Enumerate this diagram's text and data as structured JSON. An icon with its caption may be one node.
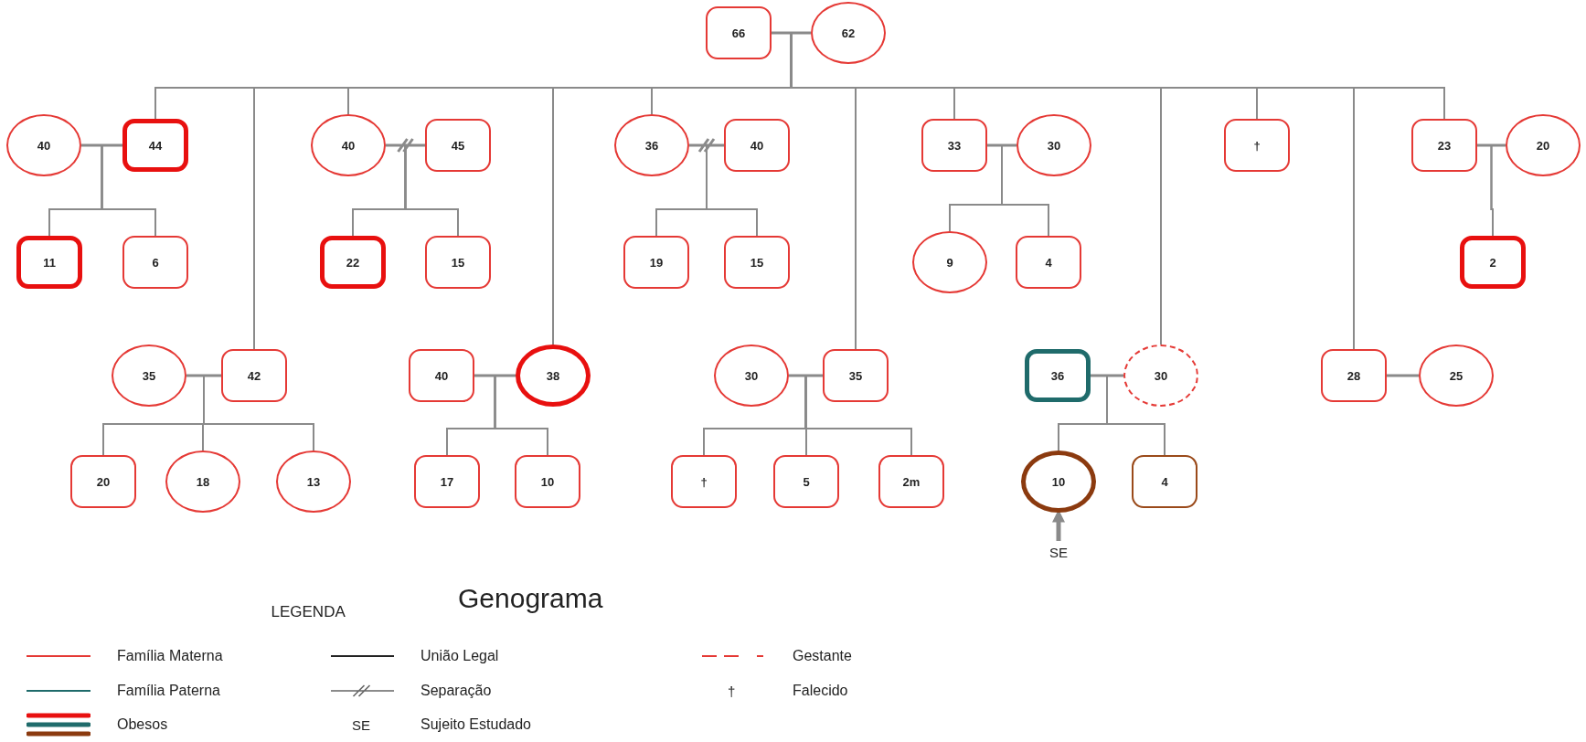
{
  "diagram": {
    "title": "Genograma",
    "nodes": [
      {
        "text": [
          "66"
        ]
      },
      {
        "text": [
          "62"
        ]
      },
      {
        "text": [
          "40"
        ]
      },
      {
        "text": [
          "44"
        ]
      },
      {
        "text": [
          "40"
        ]
      },
      {
        "text": [
          "45"
        ]
      },
      {
        "text": [
          "36"
        ]
      },
      {
        "text": [
          "40"
        ]
      },
      {
        "text": [
          "33"
        ]
      },
      {
        "text": [
          "30"
        ]
      },
      {
        "text": [
          "†"
        ]
      },
      {
        "text": [
          "23"
        ]
      },
      {
        "text": [
          "20"
        ]
      },
      {
        "text": [
          "11"
        ]
      },
      {
        "text": [
          "6"
        ]
      },
      {
        "text": [
          "22"
        ]
      },
      {
        "text": [
          "15"
        ]
      },
      {
        "text": [
          "19"
        ]
      },
      {
        "text": [
          "15"
        ]
      },
      {
        "text": [
          "9"
        ]
      },
      {
        "text": [
          "4"
        ]
      },
      {
        "text": [
          "2"
        ]
      },
      {
        "text": [
          "35"
        ]
      },
      {
        "text": [
          "42"
        ]
      },
      {
        "text": [
          "40"
        ]
      },
      {
        "text": [
          "38"
        ]
      },
      {
        "text": [
          "30"
        ]
      },
      {
        "text": [
          "35"
        ]
      },
      {
        "text": [
          "36"
        ]
      },
      {
        "text": [
          "30"
        ]
      },
      {
        "text": [
          "28"
        ]
      },
      {
        "text": [
          "25"
        ]
      },
      {
        "text": [
          "20"
        ]
      },
      {
        "text": [
          "18"
        ]
      },
      {
        "text": [
          "13"
        ]
      },
      {
        "text": [
          "17"
        ]
      },
      {
        "text": [
          "10"
        ]
      },
      {
        "text": [
          "†"
        ]
      },
      {
        "text": [
          "5"
        ]
      },
      {
        "text": [
          "2m"
        ]
      },
      {
        "text": [
          "10"
        ]
      },
      {
        "text": [
          "4"
        ]
      },
      {
        "text": [
          "SE"
        ]
      }
    ],
    "edges": [
      {
        "from": 0,
        "to": 1,
        "arrow": "none"
      },
      {
        "from": 2,
        "to": 3,
        "arrow": "none"
      },
      {
        "from": 4,
        "to": 5,
        "arrow": "none"
      },
      {
        "from": 6,
        "to": 7,
        "arrow": "none"
      },
      {
        "from": 8,
        "to": 9,
        "arrow": "none"
      },
      {
        "from": 11,
        "to": 12,
        "arrow": "none"
      },
      {
        "from": 22,
        "to": 23,
        "arrow": "none"
      },
      {
        "from": 24,
        "to": 25,
        "arrow": "none"
      },
      {
        "from": 26,
        "to": 27,
        "arrow": "none"
      },
      {
        "from": 28,
        "to": 29,
        "arrow": "none"
      },
      {
        "from": 30,
        "to": 31,
        "arrow": "none"
      },
      {
        "from": 0,
        "to": 3,
        "arrow": "none"
      },
      {
        "from": 1,
        "to": 3,
        "arrow": "none"
      },
      {
        "from": 0,
        "to": 23,
        "arrow": "none"
      },
      {
        "from": 1,
        "to": 23,
        "arrow": "none"
      },
      {
        "from": 0,
        "to": 4,
        "arrow": "none"
      },
      {
        "from": 1,
        "to": 4,
        "arrow": "none"
      },
      {
        "from": 0,
        "to": 25,
        "arrow": "none"
      },
      {
        "from": 1,
        "to": 25,
        "arrow": "none"
      },
      {
        "from": 0,
        "to": 6,
        "arrow": "none"
      },
      {
        "from": 1,
        "to": 6,
        "arrow": "none"
      },
      {
        "from": 0,
        "to": 27,
        "arrow": "none"
      },
      {
        "from": 1,
        "to": 27,
        "arrow": "none"
      },
      {
        "from": 0,
        "to": 8,
        "arrow": "none"
      },
      {
        "from": 1,
        "to": 8,
        "arrow": "none"
      },
      {
        "from": 0,
        "to": 29,
        "arrow": "none"
      },
      {
        "from": 1,
        "to": 29,
        "arrow": "none"
      },
      {
        "from": 0,
        "to": 10,
        "arrow": "none"
      },
      {
        "from": 1,
        "to": 10,
        "arrow": "none"
      },
      {
        "from": 0,
        "to": 30,
        "arrow": "none"
      },
      {
        "from": 1,
        "to": 30,
        "arrow": "none"
      },
      {
        "from": 0,
        "to": 11,
        "arrow": "none"
      },
      {
        "from": 1,
        "to": 11,
        "arrow": "none"
      },
      {
        "from": 2,
        "to": 13,
        "arrow": "none"
      },
      {
        "from": 3,
        "to": 13,
        "arrow": "none"
      },
      {
        "from": 2,
        "to": 14,
        "arrow": "none"
      },
      {
        "from": 3,
        "to": 14,
        "arrow": "none"
      },
      {
        "from": 4,
        "to": 15,
        "arrow": "none"
      },
      {
        "from": 5,
        "to": 15,
        "arrow": "none"
      },
      {
        "from": 4,
        "to": 16,
        "arrow": "none"
      },
      {
        "from": 5,
        "to": 16,
        "arrow": "none"
      },
      {
        "from": 6,
        "to": 17,
        "arrow": "none"
      },
      {
        "from": 7,
        "to": 17,
        "arrow": "none"
      },
      {
        "from": 6,
        "to": 18,
        "arrow": "none"
      },
      {
        "from": 7,
        "to": 18,
        "arrow": "none"
      },
      {
        "from": 8,
        "to": 19,
        "arrow": "none"
      },
      {
        "from": 9,
        "to": 19,
        "arrow": "none"
      },
      {
        "from": 8,
        "to": 20,
        "arrow": "none"
      },
      {
        "from": 9,
        "to": 20,
        "arrow": "none"
      },
      {
        "from": 11,
        "to": 21,
        "arrow": "none"
      },
      {
        "from": 12,
        "to": 21,
        "arrow": "none"
      },
      {
        "from": 22,
        "to": 32,
        "arrow": "none"
      },
      {
        "from": 23,
        "to": 32,
        "arrow": "none"
      },
      {
        "from": 22,
        "to": 33,
        "arrow": "none"
      },
      {
        "from": 23,
        "to": 33,
        "arrow": "none"
      },
      {
        "from": 22,
        "to": 34,
        "arrow": "none"
      },
      {
        "from": 23,
        "to": 34,
        "arrow": "none"
      },
      {
        "from": 24,
        "to": 35,
        "arrow": "none"
      },
      {
        "from": 25,
        "to": 35,
        "arrow": "none"
      },
      {
        "from": 24,
        "to": 36,
        "arrow": "none"
      },
      {
        "from": 25,
        "to": 36,
        "arrow": "none"
      },
      {
        "from": 26,
        "to": 37,
        "arrow": "none"
      },
      {
        "from": 27,
        "to": 37,
        "arrow": "none"
      },
      {
        "from": 26,
        "to": 38,
        "arrow": "none"
      },
      {
        "from": 27,
        "to": 38,
        "arrow": "none"
      },
      {
        "from": 26,
        "to": 39,
        "arrow": "none"
      },
      {
        "from": 27,
        "to": 39,
        "arrow": "none"
      },
      {
        "from": 28,
        "to": 40,
        "arrow": "none"
      },
      {
        "from": 29,
        "to": 40,
        "arrow": "none"
      },
      {
        "from": 28,
        "to": 41,
        "arrow": "none"
      },
      {
        "from": 29,
        "to": 41,
        "arrow": "none"
      },
      {
        "from": 42,
        "to": 40,
        "arrow": "to",
        "style": "thick"
      }
    ],
    "labels": [
      "LEGENDA",
      "†",
      "SE"
    ],
    "legend": [
      {
        "text": "Família Materna",
        "color": "#e53935"
      },
      {
        "text": "União Legal"
      },
      {
        "text": "Gestante"
      },
      {
        "text": "Família Paterna",
        "color": "#1f6b6b"
      },
      {
        "text": "Separação"
      },
      {
        "text": "Falecido"
      },
      {
        "text": "Obesos"
      },
      {
        "text": "Sujeito Estudado"
      }
    ]
  }
}
